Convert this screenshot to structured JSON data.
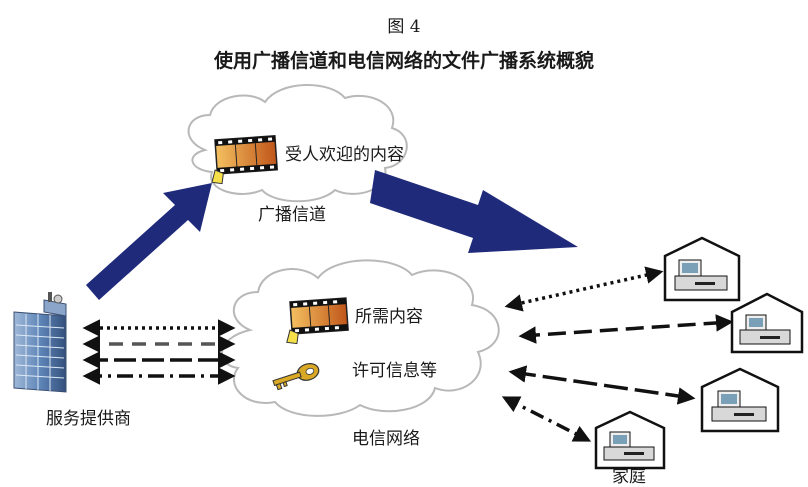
{
  "figure": {
    "label": "图 4",
    "title": "使用广播信道和电信网络的文件广播系统概貌"
  },
  "broadcast_cloud": {
    "content_label": "受人欢迎的内容",
    "channel_label": "广播信道"
  },
  "telecom_cloud": {
    "content_label": "所需内容",
    "license_label": "许可信息等",
    "network_label": "电信网络"
  },
  "provider": {
    "label": "服务提供商"
  },
  "home": {
    "label": "家庭"
  },
  "colors": {
    "arrow": "#1f2a7a",
    "cloud_stroke": "#b8b8b8",
    "film": "#e08a1e",
    "key": "#c89a1a"
  }
}
